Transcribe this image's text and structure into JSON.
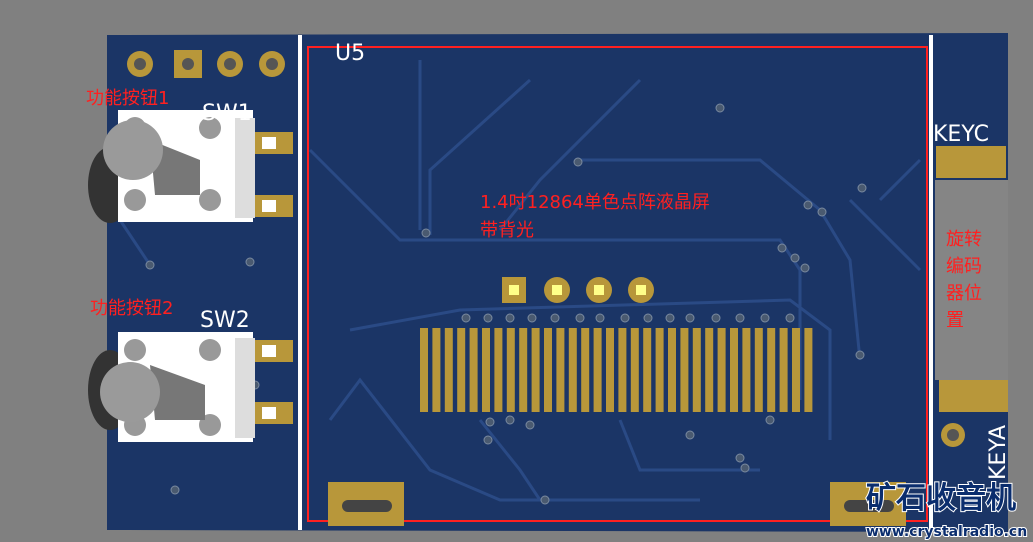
{
  "board": {
    "colors": {
      "background": "#808080",
      "board": "#1b3566",
      "copper": "#b8973a",
      "silk": "#ffffff",
      "annotation": "#ff2020",
      "trace": "#2a4a85"
    },
    "silkscreen": {
      "lcd_ref": "U5",
      "switch1_ref": "SW1",
      "switch2_ref": "SW2",
      "encoder_c": "KEYC",
      "encoder_a": "KEYA"
    },
    "annotations": {
      "button1": "功能按钮1",
      "button2": "功能按钮2",
      "lcd_line1": "1.4吋12864单色点阵液晶屏",
      "lcd_line2": "带背光",
      "encoder_lines": [
        "旋转",
        "编码",
        "器位",
        "置"
      ]
    },
    "lcd_connector_pin_count": 32,
    "watermark": {
      "title": "矿石收音机",
      "url": "www.crystalradio.cn"
    }
  }
}
